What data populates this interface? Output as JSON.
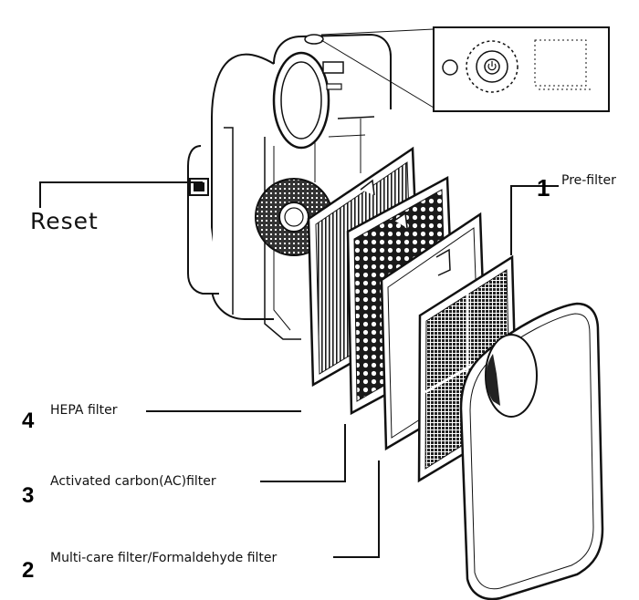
{
  "labels": {
    "reset": "Reset",
    "pre_filter": "Pre-filter",
    "hepa": "HEPA filter",
    "activated_carbon": "Activated carbon(AC)filter",
    "multi_care": "Multi-care filter/Formaldehyde filter"
  },
  "numbers": {
    "pre_filter": "1",
    "multi_care": "2",
    "activated_carbon": "3",
    "hepa": "4"
  },
  "colors": {
    "line": "#111111",
    "background": "#ffffff",
    "hepa_fill": "#ffffff",
    "carbon_fill": "#2b2b2b"
  },
  "icons": [
    "power-icon"
  ]
}
